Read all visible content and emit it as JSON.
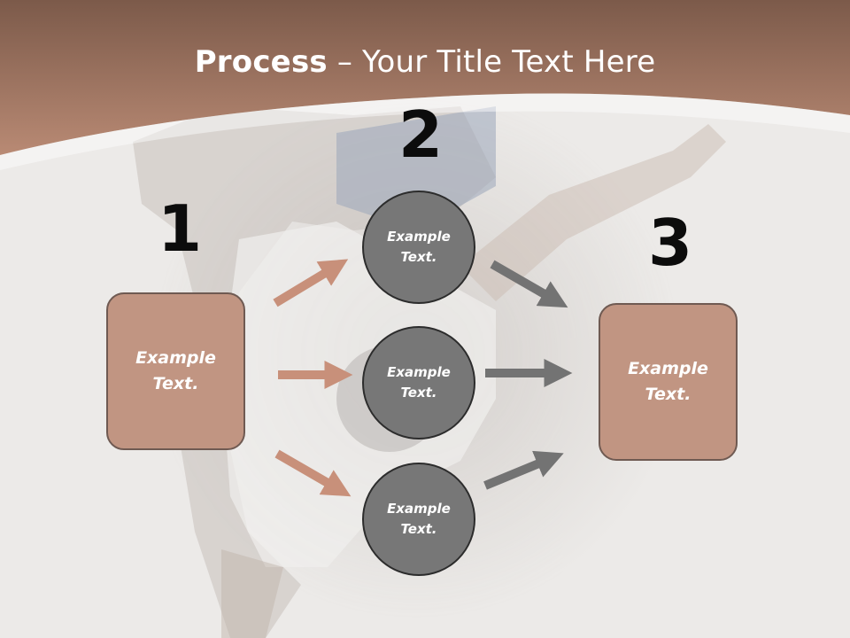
{
  "colors": {
    "banner": "#b07a64",
    "banner_dark": "#7c5a4a",
    "box_fill": "#c19582",
    "box_border": "#6f5a52",
    "circle_fill": "#777777",
    "circle_border": "#2c2c2c",
    "arrow_left": "#c8907a",
    "arrow_right": "#737373"
  },
  "title": {
    "bold": "Process",
    "rest": " – Your Title Text Here"
  },
  "steps": {
    "one": "1",
    "two": "2",
    "three": "3"
  },
  "left_box": {
    "text": "Example Text."
  },
  "right_box": {
    "text": "Example Text."
  },
  "circles": [
    {
      "text": "Example Text."
    },
    {
      "text": "Example Text."
    },
    {
      "text": "Example Text."
    }
  ]
}
